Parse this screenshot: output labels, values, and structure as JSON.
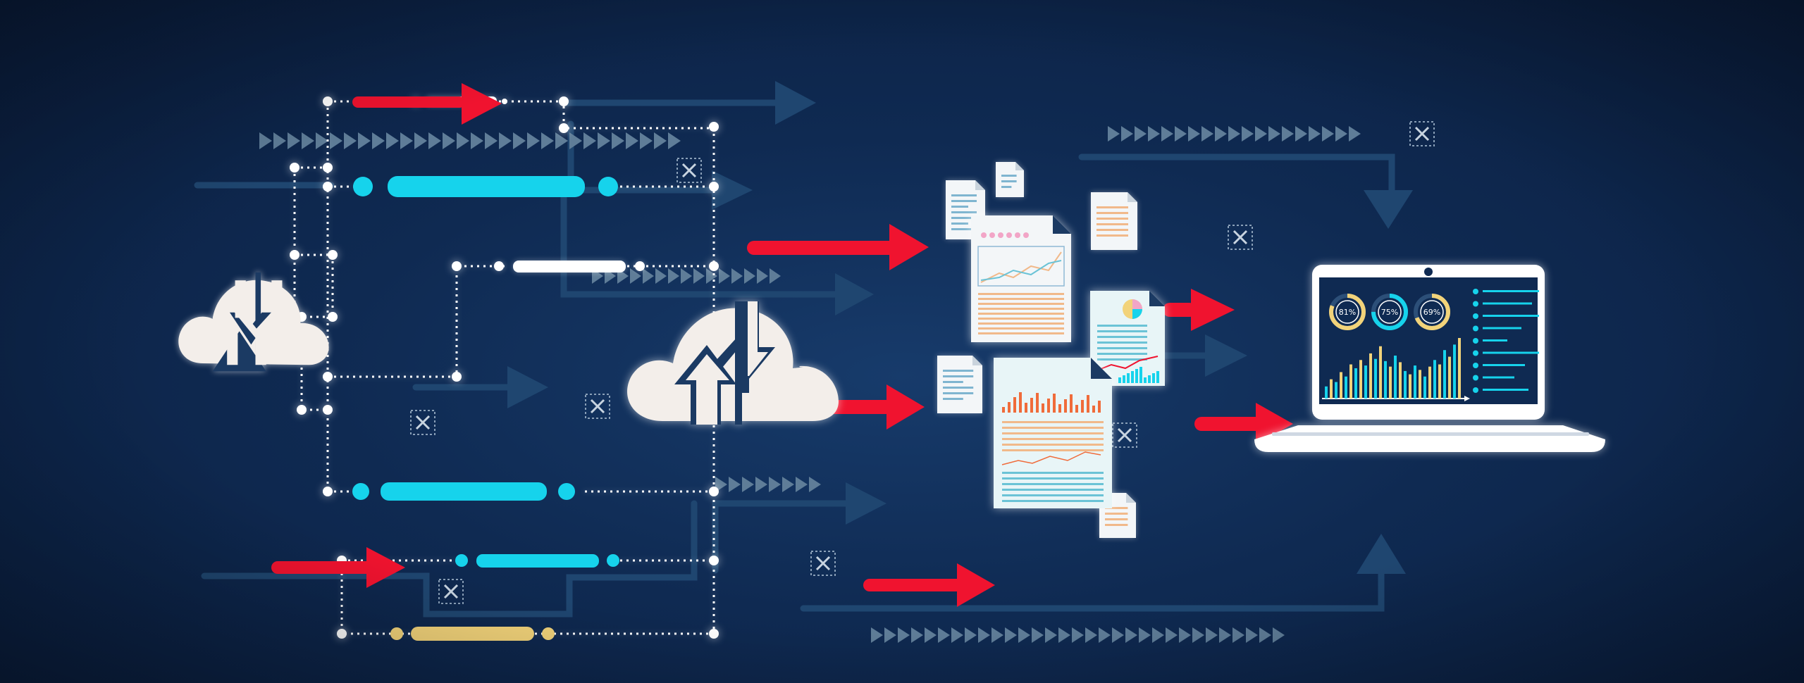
{
  "dashboard": {
    "gauges": [
      {
        "label": "81%",
        "value": 81
      },
      {
        "label": "75%",
        "value": 75
      },
      {
        "label": "69%",
        "value": 69
      }
    ],
    "bars": [
      22,
      35,
      30,
      48,
      40,
      62,
      55,
      70,
      60,
      82,
      72,
      95,
      68,
      58,
      78,
      66,
      50,
      44,
      60,
      52,
      40,
      58,
      70,
      62,
      88,
      76,
      98,
      110
    ],
    "list_rows": 9
  },
  "colors": {
    "accent_red": "#f0132f",
    "accent_cyan": "#16d3ec",
    "accent_yellow": "#f2d37a",
    "line_dark": "#1f4670",
    "chevron": "#5f7d98",
    "cloud": "#f3eeea",
    "white": "#ffffff"
  },
  "icons": {
    "cloud_sync": "cloud-sync-icon",
    "close": "close-x-icon",
    "document": "document-icon",
    "laptop": "laptop-icon"
  }
}
